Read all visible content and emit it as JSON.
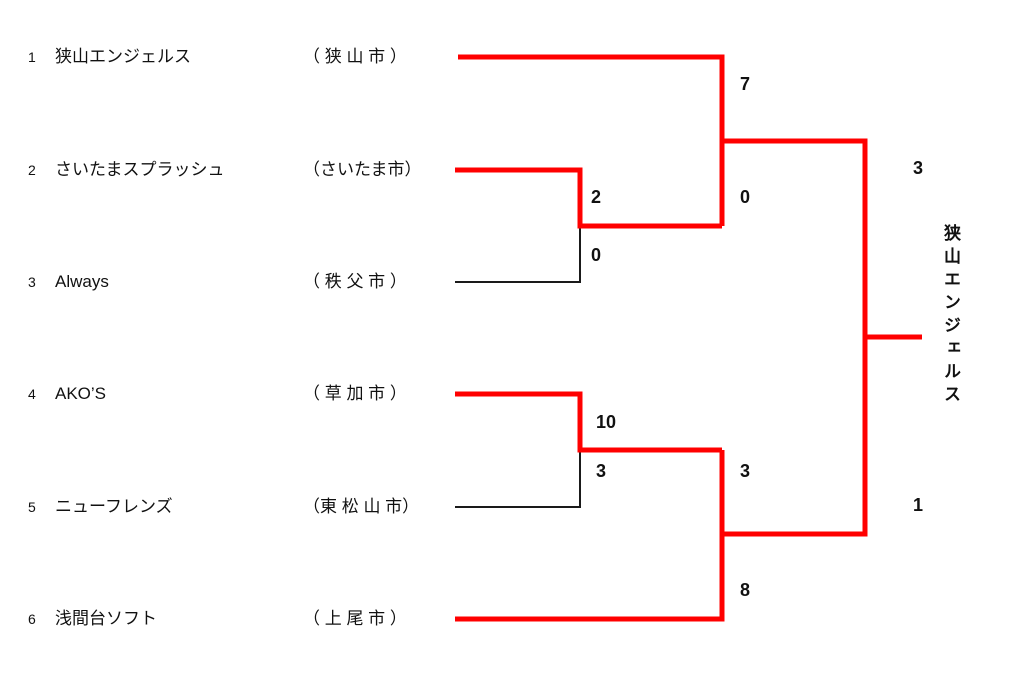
{
  "bracket": {
    "teams": [
      {
        "seed": "1",
        "name": "狭山エンジェルス",
        "city": "（ 狭 山 市 ）"
      },
      {
        "seed": "2",
        "name": "さいたまスプラッシュ",
        "city": "（さいたま市）"
      },
      {
        "seed": "3",
        "name": "Always",
        "city": "（ 秩 父 市 ）"
      },
      {
        "seed": "4",
        "name": "AKO’S",
        "city": "（ 草 加 市 ）"
      },
      {
        "seed": "5",
        "name": "ニューフレンズ",
        "city": "（東 松 山 市）"
      },
      {
        "seed": "6",
        "name": "浅間台ソフト",
        "city": "（ 上 尾 市 ）"
      }
    ],
    "scores": {
      "round1_top_winner": "2",
      "round1_top_loser": "0",
      "round1_bottom_winner": "10",
      "round1_bottom_loser": "3",
      "semi_top_team1": "7",
      "semi_top_team2": "0",
      "semi_bottom_team4": "3",
      "semi_bottom_team6": "8",
      "final_top": "3",
      "final_bottom": "1"
    },
    "champion": {
      "label": "狭山エンジェルス"
    },
    "colors": {
      "winner_line": "#ff0000",
      "loser_line": "#1a1a1a"
    }
  }
}
